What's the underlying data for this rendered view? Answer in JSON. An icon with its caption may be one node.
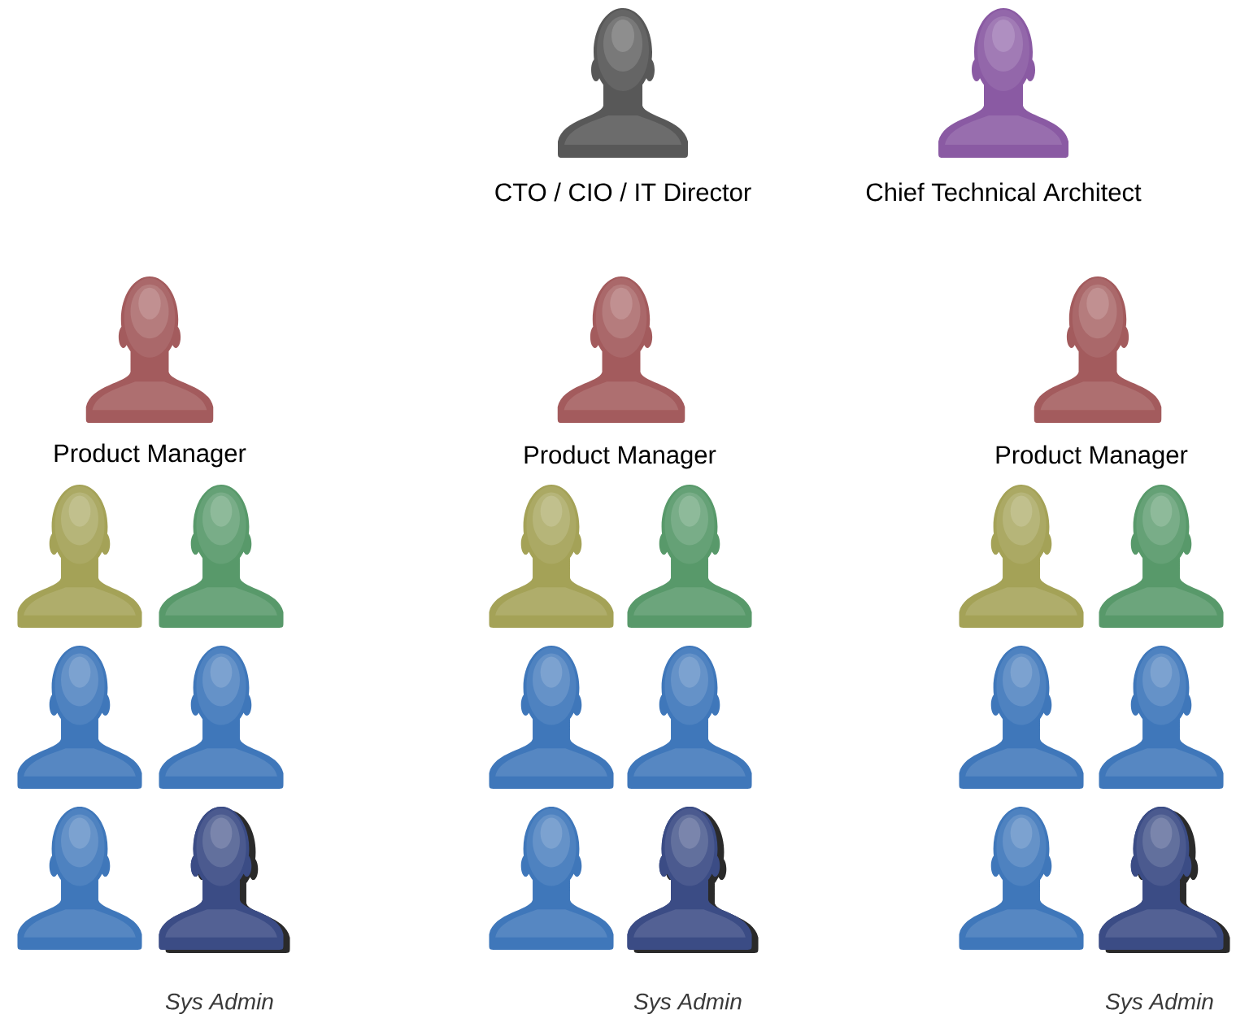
{
  "diagram": {
    "nodes": [
      {
        "text": [
          "CTO / CIO / IT Director"
        ]
      },
      {
        "text": [
          "Chief Technical Architect"
        ]
      },
      {
        "text": [
          "Product Manager"
        ]
      },
      {
        "text": [
          "Product Manager"
        ]
      },
      {
        "text": [
          "Product Manager"
        ]
      },
      {
        "text": [],
        "shape": "person"
      },
      {
        "text": [],
        "shape": "person"
      },
      {
        "text": [],
        "shape": "person"
      },
      {
        "text": [],
        "shape": "person"
      },
      {
        "text": [],
        "shape": "person"
      },
      {
        "text": [],
        "shape": "person"
      },
      {
        "text": [],
        "shape": "person"
      },
      {
        "text": [],
        "shape": "person"
      },
      {
        "text": [],
        "shape": "person"
      },
      {
        "text": [],
        "shape": "person"
      },
      {
        "text": [],
        "shape": "person"
      },
      {
        "text": [],
        "shape": "person"
      },
      {
        "text": [],
        "shape": "person"
      },
      {
        "text": [
          "Sys Admin"
        ]
      },
      {
        "text": [],
        "shape": "person"
      },
      {
        "text": [
          "Sys Admin"
        ]
      },
      {
        "text": [],
        "shape": "person"
      },
      {
        "text": [
          "Sys Admin"
        ]
      }
    ]
  }
}
